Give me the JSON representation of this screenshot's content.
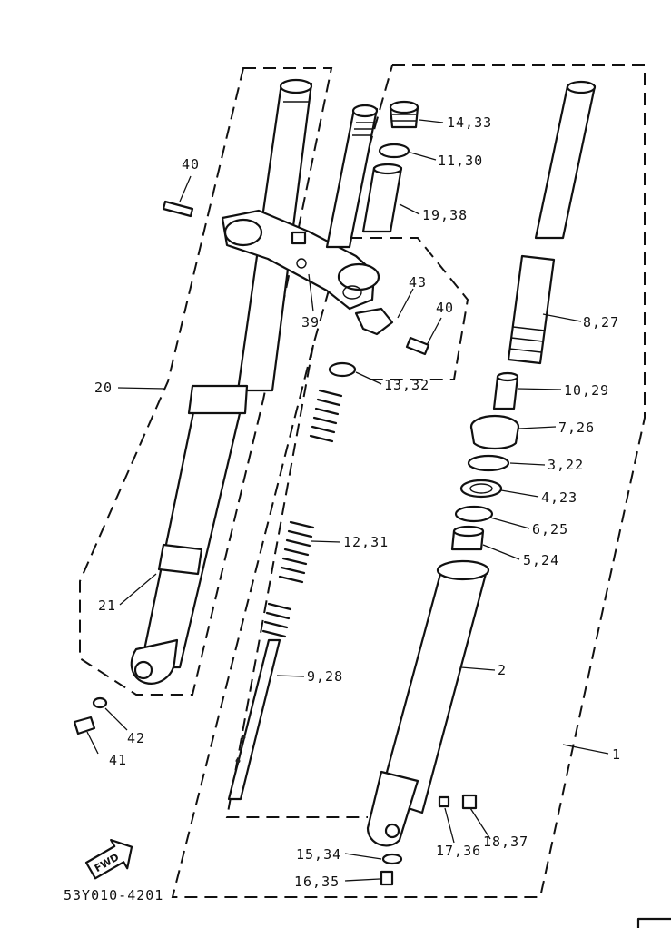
{
  "diagram": {
    "drawing_code": "53Y010-4201",
    "fwd_badge": "FWD",
    "callouts": [
      {
        "id": "c1",
        "label": "1"
      },
      {
        "id": "c2",
        "label": "2"
      },
      {
        "id": "c3",
        "label": "3,22"
      },
      {
        "id": "c4",
        "label": "4,23"
      },
      {
        "id": "c5",
        "label": "5,24"
      },
      {
        "id": "c6",
        "label": "6,25"
      },
      {
        "id": "c7",
        "label": "7,26"
      },
      {
        "id": "c8",
        "label": "8,27"
      },
      {
        "id": "c9",
        "label": "9,28"
      },
      {
        "id": "c10",
        "label": "10,29"
      },
      {
        "id": "c11",
        "label": "11,30"
      },
      {
        "id": "c12",
        "label": "12,31"
      },
      {
        "id": "c13",
        "label": "13,32"
      },
      {
        "id": "c14",
        "label": "14,33"
      },
      {
        "id": "c15",
        "label": "15,34"
      },
      {
        "id": "c16",
        "label": "16,35"
      },
      {
        "id": "c17",
        "label": "17,36"
      },
      {
        "id": "c18",
        "label": "18,37"
      },
      {
        "id": "c19",
        "label": "19,38"
      },
      {
        "id": "c20",
        "label": "20"
      },
      {
        "id": "c21",
        "label": "21"
      },
      {
        "id": "c39",
        "label": "39"
      },
      {
        "id": "c40a",
        "label": "40"
      },
      {
        "id": "c40b",
        "label": "40"
      },
      {
        "id": "c41",
        "label": "41"
      },
      {
        "id": "c42",
        "label": "42"
      },
      {
        "id": "c43",
        "label": "43"
      }
    ]
  }
}
